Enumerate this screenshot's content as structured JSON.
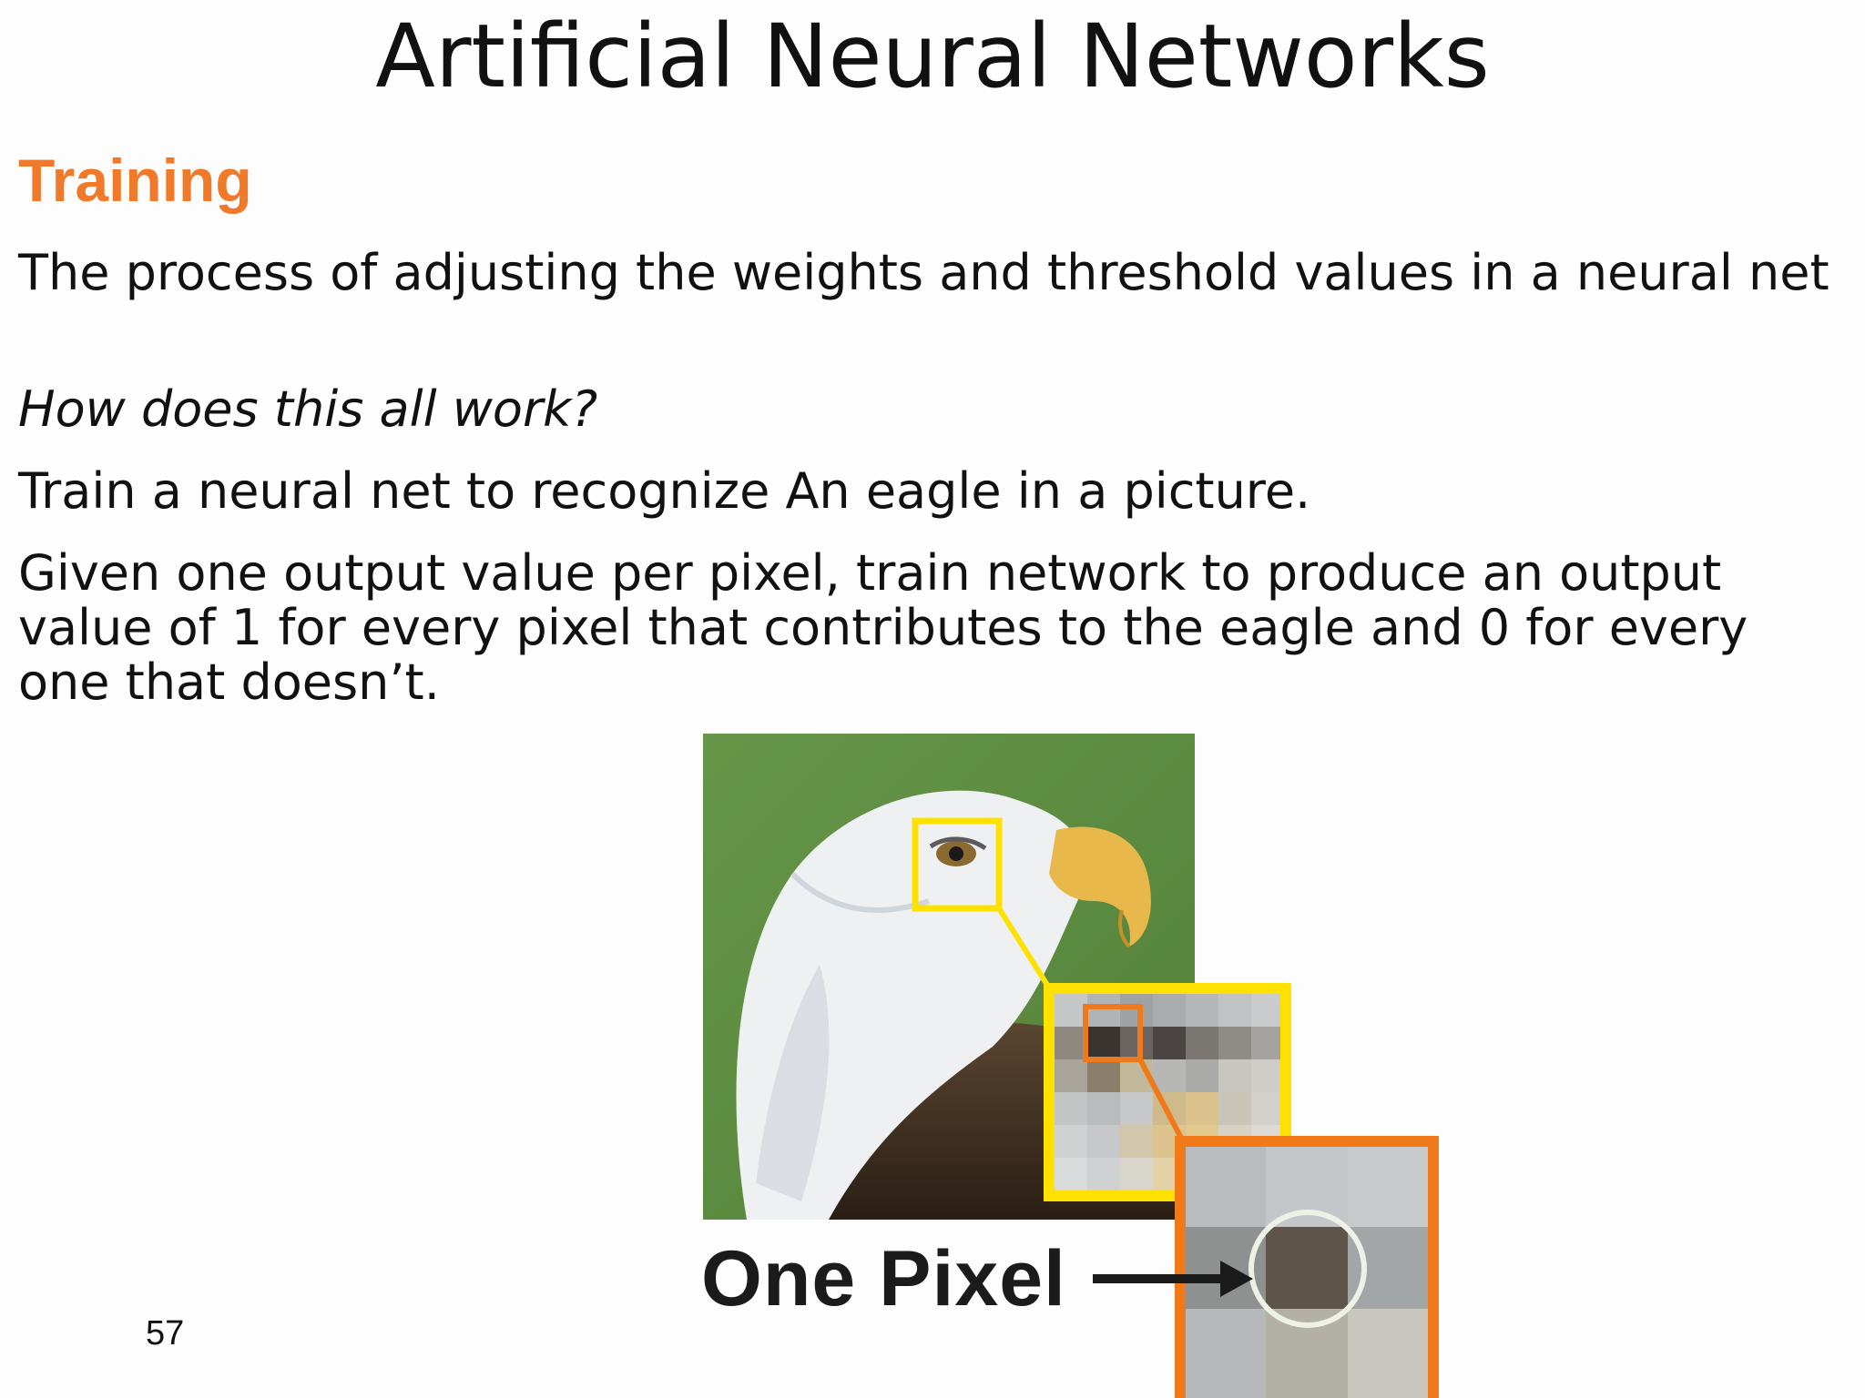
{
  "slide": {
    "title": "Artificial Neural Networks",
    "section_heading": "Training",
    "paragraphs": [
      "The process of adjusting the weights and threshold values in a neural net",
      "How does this all work?",
      "Train a neural net to recognize An eagle in a picture.",
      "Given one output value per pixel, train network to produce an output value of 1 for every pixel that contributes to the eagle and 0 for every one that doesn’t."
    ],
    "page_number": "57"
  },
  "figure": {
    "label": "One Pixel",
    "colors": {
      "background_green": "#5a8a3c",
      "zoom_box": "#ffe600",
      "pixel_box": "#f07a1a",
      "beak": "#e8b84a"
    }
  }
}
